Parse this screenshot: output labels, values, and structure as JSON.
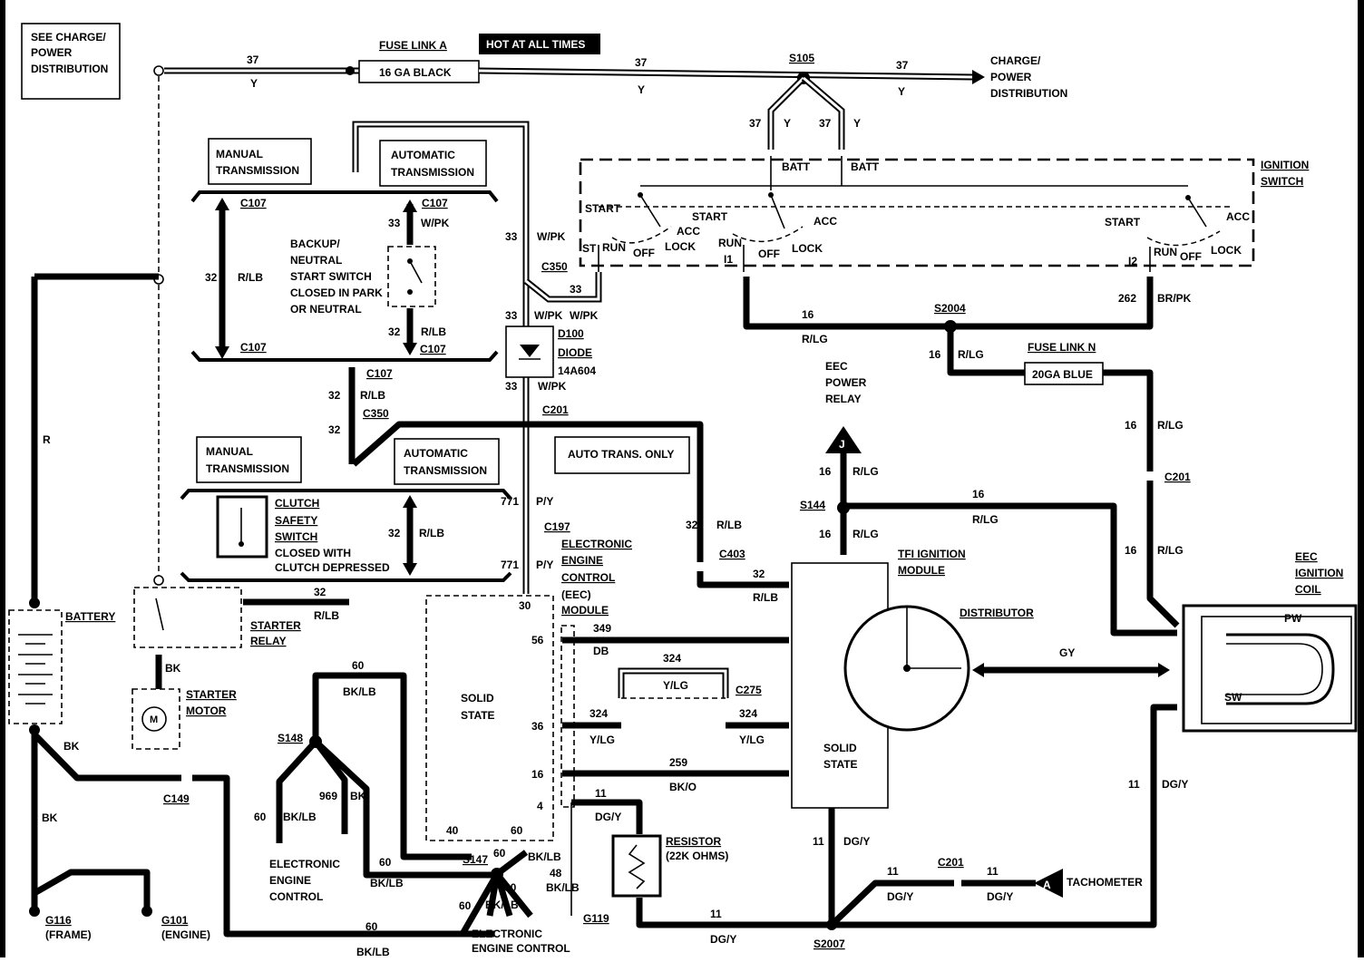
{
  "labels": {
    "see_charge": [
      "SEE CHARGE/",
      "POWER",
      "DISTRIBUTION"
    ],
    "fuse_link_a": "FUSE LINK A",
    "fuse_a_value": "16 GA BLACK",
    "hot_at_all_times": "HOT AT ALL TIMES",
    "s105": "S105",
    "charge_power_right": [
      "CHARGE/",
      "POWER",
      "DISTRIBUTION"
    ],
    "ignition_switch": [
      "IGNITION",
      "SWITCH"
    ],
    "batt": "BATT",
    "start": "START",
    "run": "RUN",
    "off": "OFF",
    "acc": "ACC",
    "lock": "LOCK",
    "st": "ST",
    "i1": "I1",
    "i2": "I2",
    "manual_transmission": [
      "MANUAL",
      "TRANSMISSION"
    ],
    "automatic_transmission": [
      "AUTOMATIC",
      "TRANSMISSION"
    ],
    "backup_switch": [
      "BACKUP/",
      "NEUTRAL",
      "START SWITCH",
      "CLOSED IN PARK",
      "OR NEUTRAL"
    ],
    "clutch_switch": [
      "CLUTCH",
      "SAFETY",
      "SWITCH",
      "CLOSED WITH",
      "CLUTCH DEPRESSED"
    ],
    "d100": "D100",
    "diode": "DIODE",
    "diode_part": "14A604",
    "auto_trans_only": "AUTO TRANS. ONLY",
    "eec_module": [
      "ELECTRONIC",
      "ENGINE",
      "CONTROL",
      "(EEC)",
      "MODULE"
    ],
    "solid_state": [
      "SOLID",
      "STATE"
    ],
    "eec_power_relay": [
      "EEC",
      "POWER",
      "RELAY"
    ],
    "fuse_link_n": "FUSE LINK N",
    "fuse_n_value": "20GA BLUE",
    "tfi_module": [
      "TFI IGNITION",
      "MODULE"
    ],
    "distributor": "DISTRIBUTOR",
    "eec_ignition_coil": [
      "EEC",
      "IGNITION",
      "COIL"
    ],
    "pw": "PW",
    "sw": "SW",
    "battery": "BATTERY",
    "starter_relay": [
      "STARTER",
      "RELAY"
    ],
    "starter_motor": [
      "STARTER",
      "MOTOR"
    ],
    "electronic_engine_control": [
      "ELECTRONIC",
      "ENGINE",
      "CONTROL"
    ],
    "electronic_engine_control_2": [
      "ELECTRONIC",
      "ENGINE CONTROL"
    ],
    "resistor": [
      "RESISTOR",
      "(22K OHMS)"
    ],
    "tachometer": "TACHOMETER",
    "g116": "G116",
    "frame": "(FRAME)",
    "g101": "G101",
    "engine": "(ENGINE)",
    "g119": "G119",
    "s2007": "S2007",
    "s2004": "S2004",
    "s144": "S144",
    "s147": "S147",
    "s148": "S148",
    "c107": "C107",
    "c350": "C350",
    "c201": "C201",
    "c197": "C197",
    "c403": "C403",
    "c275": "C275",
    "c149": "C149",
    "connector_j": "J",
    "connector_a": "A",
    "m": "M"
  },
  "wires": {
    "n37": "37",
    "y": "Y",
    "n33": "33",
    "wpk": "W/PK",
    "n32": "32",
    "rlb": "R/LB",
    "n16": "16",
    "rlg": "R/LG",
    "n262": "262",
    "brpk": "BR/PK",
    "n771": "771",
    "py": "P/Y",
    "n30": "30",
    "n56": "56",
    "n36": "36",
    "n4": "4",
    "n349": "349",
    "db": "DB",
    "n324": "324",
    "ylg": "Y/LG",
    "n259": "259",
    "bko": "BK/O",
    "n11": "11",
    "dgy": "DG/Y",
    "n60": "60",
    "bklb": "BK/LB",
    "n969": "969",
    "bk": "BK",
    "n40": "40",
    "n48": "48",
    "r": "R",
    "gy": "GY"
  }
}
